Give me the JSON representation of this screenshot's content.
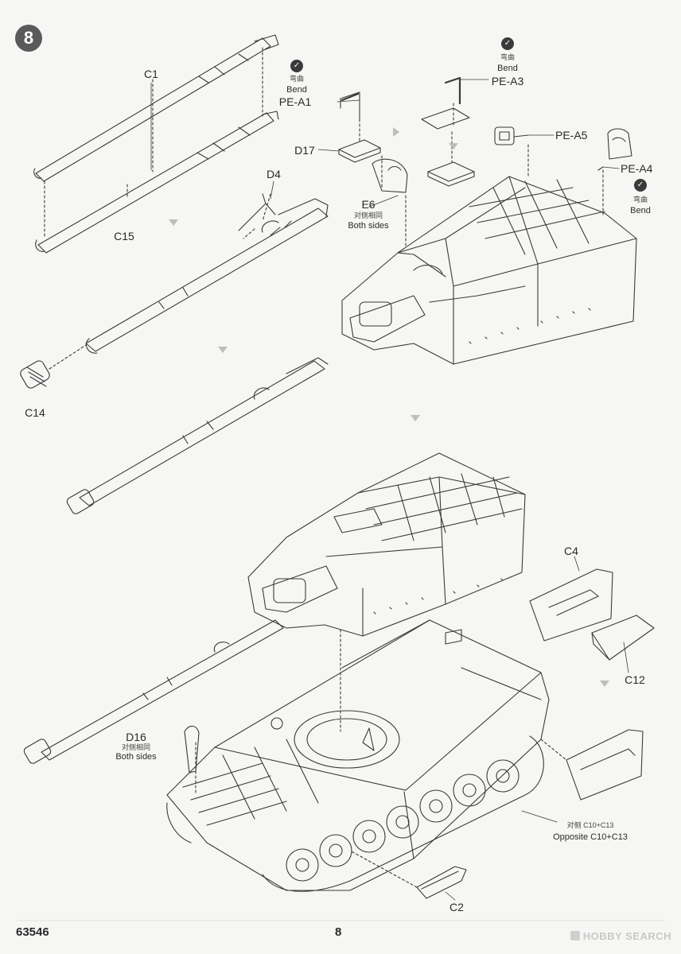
{
  "step": "8",
  "parts": {
    "c1": "C1",
    "c15": "C15",
    "c14": "C14",
    "d4": "D4",
    "d17": "D17",
    "e6": "E6",
    "pe_a1": "PE-A1",
    "pe_a3": "PE-A3",
    "pe_a5": "PE-A5",
    "pe_a4": "PE-A4",
    "c4": "C4",
    "c12": "C12",
    "d16": "D16",
    "c2": "C2"
  },
  "notes": {
    "bend_cn": "弯曲",
    "bend_en": "Bend",
    "both_sides_cn": "对侧相同",
    "both_sides_en": "Both sides",
    "opposite_cn": "对侧 C10+C13",
    "opposite_en": "Opposite C10+C13"
  },
  "footer": {
    "kit_number": "63546",
    "page_number": "8"
  },
  "watermark": "HOBBY SEARCH"
}
